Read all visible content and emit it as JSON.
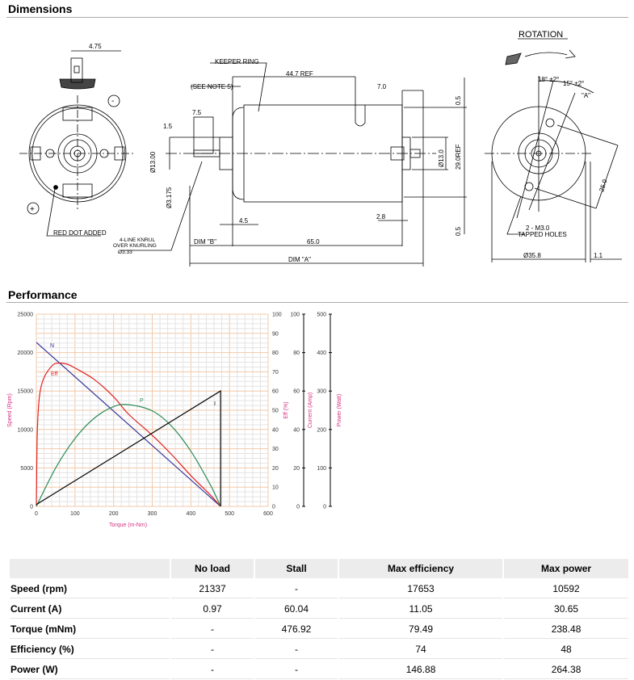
{
  "sections": {
    "dimensions": "Dimensions",
    "performance": "Performance"
  },
  "drawing": {
    "dim_4_75": "4.75",
    "red_dot": "RED DOT ADDED",
    "minus": "-",
    "plus": "+",
    "keeper_ring": "KEEPER RING",
    "ref_44_7": "44.7 REF",
    "see_note": "(SEE NOTE 5)",
    "dim_7_5": "7.5",
    "dim_1_5": "1.5",
    "dia_13_00": "Ø13.00",
    "dia_3_175": "Ø3.175",
    "dim_4_5": "4.5",
    "knurl_1": "4-LINE KNRUL",
    "knurl_2": "OVER KNURLING",
    "knurl_3": "Ø3.33",
    "dim_b": "DIM \"B\"",
    "dim_65": "65.0",
    "dim_a": "DIM \"A\"",
    "dim_7_0": "7.0",
    "dim_0_5_top": "0.5",
    "ref_29": "29.0REF",
    "dia_13_0": "Ø13.0",
    "dim_2_8": "2.8",
    "dim_0_5_bot": "0.5",
    "rotation": "ROTATION",
    "angle_18": "18° ±2°",
    "angle_15": "15° ±2°",
    "view_a": "\"A\"",
    "tapped_1": "2 - M3.0",
    "tapped_2": "TAPPED HOLES",
    "dim_25": "25.0",
    "dia_35_8": "Ø35.8",
    "dim_1_1": "1.1"
  },
  "chart_data": {
    "type": "line",
    "xlabel": "Torque (m-Nm)",
    "xlim": [
      0,
      600
    ],
    "xticks": [
      0,
      100,
      200,
      300,
      400,
      500,
      600
    ],
    "axes": [
      {
        "label": "Speed (Rpm)",
        "lim": [
          0,
          25000
        ],
        "ticks": [
          0,
          5000,
          10000,
          15000,
          20000,
          25000
        ],
        "color": "#d63384"
      },
      {
        "label": "Eff (%)",
        "lim": [
          0,
          100
        ],
        "ticks": [
          0,
          10,
          20,
          30,
          40,
          50,
          60,
          70,
          80,
          90,
          100
        ],
        "color": "#d63384"
      },
      {
        "label": "Current (Amp)",
        "lim": [
          0,
          100
        ],
        "ticks": [
          0,
          20,
          40,
          60,
          80,
          100
        ],
        "color": "#d63384"
      },
      {
        "label": "Power (Watt)",
        "lim": [
          0,
          500
        ],
        "ticks": [
          0,
          100,
          200,
          300,
          400,
          500
        ],
        "color": "#d63384"
      }
    ],
    "series": [
      {
        "name": "N",
        "axis": 0,
        "color": "#333399",
        "x": [
          0,
          476.92
        ],
        "y": [
          21337,
          0
        ]
      },
      {
        "name": "Eff",
        "axis": 1,
        "color": "#e02020",
        "x": [
          0,
          2,
          5,
          10,
          20,
          40,
          55,
          79.49,
          100,
          150,
          200,
          238.48,
          300,
          350,
          400,
          450,
          476.92
        ],
        "y": [
          0,
          35,
          50,
          60,
          67,
          73,
          74.5,
          74,
          72,
          66,
          57,
          48,
          37,
          27,
          16,
          6,
          0
        ]
      },
      {
        "name": "P",
        "axis": 3,
        "color": "#2e8b57",
        "x": [
          0,
          50,
          100,
          150,
          200,
          238.48,
          300,
          350,
          400,
          450,
          476.92
        ],
        "y": [
          0,
          100,
          176.5,
          229.5,
          259.5,
          264.38,
          248.4,
          208.6,
          143.5,
          56.8,
          0
        ]
      },
      {
        "name": "I",
        "axis": 2,
        "color": "#000000",
        "x": [
          0,
          476.92,
          476.92
        ],
        "y": [
          0.97,
          60.04,
          0
        ]
      }
    ]
  },
  "table": {
    "headers": [
      "",
      "No load",
      "Stall",
      "Max efficiency",
      "Max power"
    ],
    "rows": [
      [
        "Speed (rpm)",
        "21337",
        "-",
        "17653",
        "10592"
      ],
      [
        "Current (A)",
        "0.97",
        "60.04",
        "11.05",
        "30.65"
      ],
      [
        "Torque (mNm)",
        "-",
        "476.92",
        "79.49",
        "238.48"
      ],
      [
        "Efficiency (%)",
        "-",
        "-",
        "74",
        "48"
      ],
      [
        "Power (W)",
        "-",
        "-",
        "146.88",
        "264.38"
      ]
    ]
  }
}
